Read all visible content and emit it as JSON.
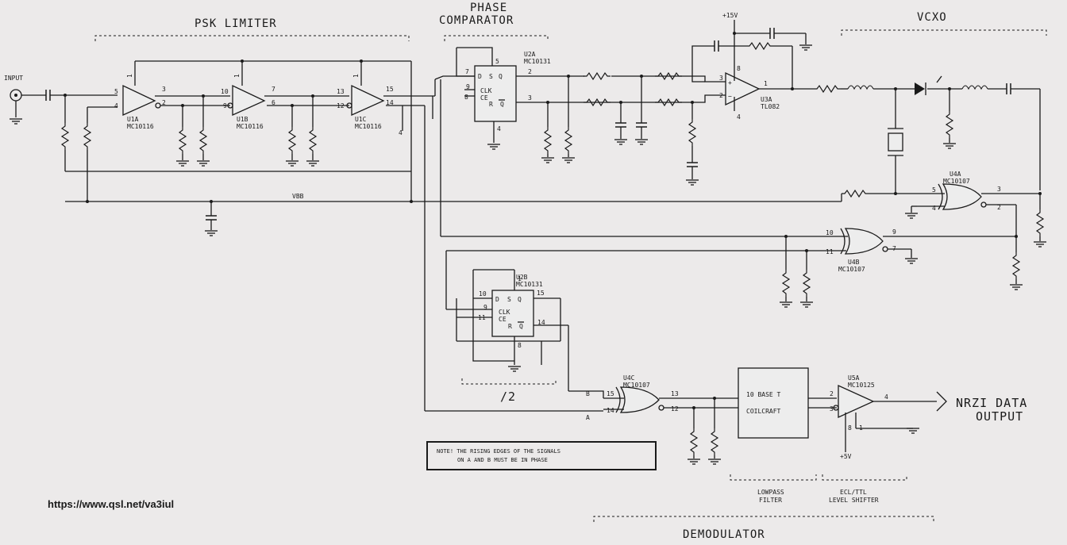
{
  "sections": {
    "psk_limiter": "PSK LIMITER",
    "phase_comparator_1": "PHASE",
    "phase_comparator_2": "COMPARATOR",
    "vcxo": "VCXO",
    "divide": "/2",
    "lowpass_1": "LOWPASS",
    "lowpass_2": "FILTER",
    "shifter_1": "ECL/TTL",
    "shifter_2": "LEVEL SHIFTER",
    "demodulator": "DEMODULATOR"
  },
  "components": {
    "u1a": {
      "ref": "U1A",
      "part": "MC10116"
    },
    "u1b": {
      "ref": "U1B",
      "part": "MC10116"
    },
    "u1c": {
      "ref": "U1C",
      "part": "MC10116"
    },
    "u2a": {
      "ref": "U2A",
      "part": "MC10131"
    },
    "u2b": {
      "ref": "U2B",
      "part": "MC10131"
    },
    "u3a": {
      "ref": "U3A",
      "part": "TL082"
    },
    "u4a": {
      "ref": "U4A",
      "part": "MC10107"
    },
    "u4b": {
      "ref": "U4B",
      "part": "MC10107"
    },
    "u4c": {
      "ref": "U4C",
      "part": "MC10107"
    },
    "u5a": {
      "ref": "U5A",
      "part": "MC10125"
    }
  },
  "labels": {
    "input": "INPUT",
    "vbb": "VBB",
    "plus15v": "+15V",
    "plus5v": "+5V",
    "signal_a": "A",
    "signal_b": "B",
    "transformer_1": "10 BASE T",
    "transformer_2": "COILCRAFT",
    "output_1": "NRZI DATA",
    "output_2": "OUTPUT"
  },
  "ff_pins": {
    "d": "D",
    "s": "S",
    "q": "Q",
    "clk": "CLK",
    "ce": "CE",
    "r": "R",
    "qbar": "Q"
  },
  "note": {
    "line1": "NOTE! THE RISING EDGES OF THE SIGNALS",
    "line2": "ON A AND B MUST BE IN PHASE"
  },
  "url": "https://www.qsl.net/va3iul"
}
